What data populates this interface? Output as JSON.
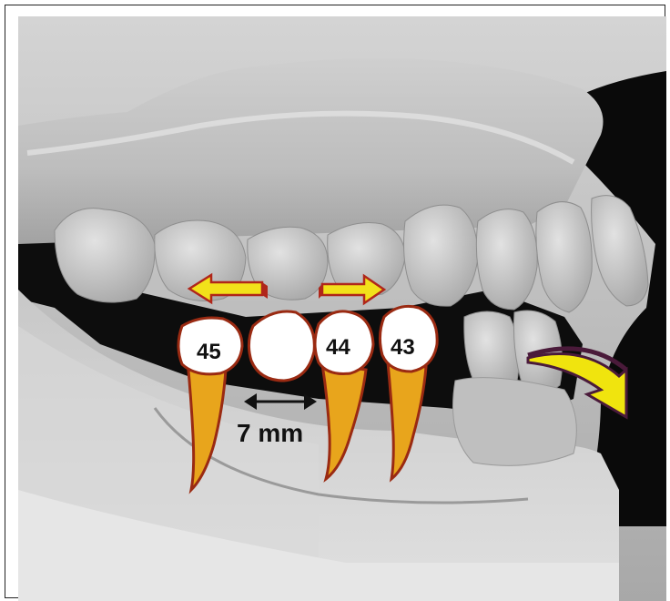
{
  "figure": {
    "tooth_labels": [
      "45",
      "44",
      "43"
    ],
    "measurement_label": "7 mm",
    "colors": {
      "root": "#e8a51c",
      "crown": "#ffffff",
      "outline": "#9a2a12",
      "arrow_fill": "#f2e11a",
      "arrow_edge": "#b0261a",
      "curved_arrow_fill": "#f0e40e",
      "curved_arrow_edge": "#4a1a3a",
      "background": "#0a0a0a"
    }
  }
}
